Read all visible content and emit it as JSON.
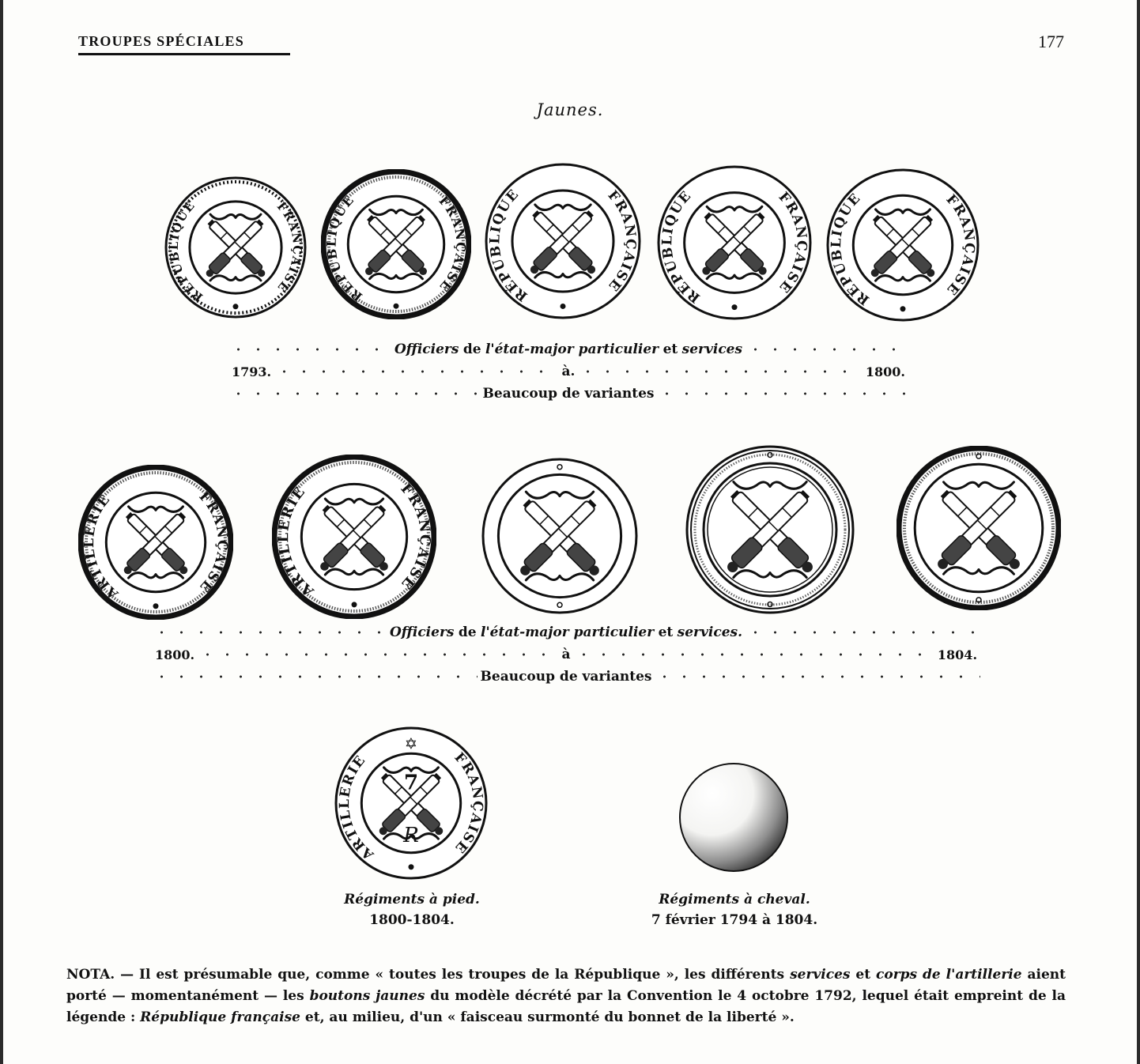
{
  "header": {
    "running_head": "TROUPES SPÉCIALES",
    "page_number": "177"
  },
  "section_title": "Jaunes.",
  "row1": {
    "buttons": [
      {
        "legend_left": "RÉPUBLIQUE",
        "legend_right": "FRANÇAISE"
      },
      {
        "legend_left": "RÉPUBLIQUE",
        "legend_right": "FRANÇAISE"
      },
      {
        "legend_left": "RÉPUBLIQUE",
        "legend_right": "FRANÇAISE"
      },
      {
        "legend_left": "RÉPUBLIQUE",
        "legend_right": "FRANÇAISE"
      },
      {
        "legend_left": "RÉPUBLIQUE",
        "legend_right": "FRANÇAISE"
      }
    ],
    "caption": {
      "line1_a": "Officiers",
      "line1_b": "de",
      "line1_c": "l'état-major particulier",
      "line1_d": "et",
      "line1_e": "services",
      "start_year": "1793.",
      "middle": "à.",
      "end_year": "1800.",
      "line3": "Beaucoup de variantes"
    }
  },
  "row2": {
    "buttons": [
      {
        "legend_left": "ARTILLERIE",
        "legend_right": "FRANÇAISE"
      },
      {
        "legend_left": "ARTILLERIE",
        "legend_right": "FRANÇAISE"
      },
      {
        "legend_left": "",
        "legend_right": ""
      },
      {
        "legend_left": "",
        "legend_right": ""
      },
      {
        "legend_left": "",
        "legend_right": ""
      }
    ],
    "caption": {
      "line1_a": "Officiers",
      "line1_b": "de",
      "line1_c": "l'état-major particulier",
      "line1_d": "et",
      "line1_e": "services.",
      "start_year": "1800.",
      "middle": "à",
      "end_year": "1804.",
      "line3": "Beaucoup de variantes"
    }
  },
  "row3": {
    "foot": {
      "legend_left": "ARTILLERIE",
      "legend_right": "FRANÇAISE",
      "center_numeral": "7",
      "center_letter": "R",
      "caption_l1": "Régiments à pied.",
      "caption_l2": "1800-1804."
    },
    "horse": {
      "caption_l1": "Régiments à cheval.",
      "caption_l2": "7 février 1794 à 1804."
    }
  },
  "nota": {
    "p1": "NOTA. — Il est présumable que, comme « toutes les troupes de la République », les différents ",
    "i1": "services",
    "p2": " et ",
    "i2": "corps de l'artillerie",
    "p3": " aient porté — momentanément — les ",
    "i3": "boutons jaunes",
    "p4": " du modèle décrété par la Convention le 4 octobre 1792, lequel était empreint de la légende : ",
    "i4": "République française",
    "p5": " et, au milieu, d'un « faisceau surmonté du bonnet de la liberté »."
  }
}
